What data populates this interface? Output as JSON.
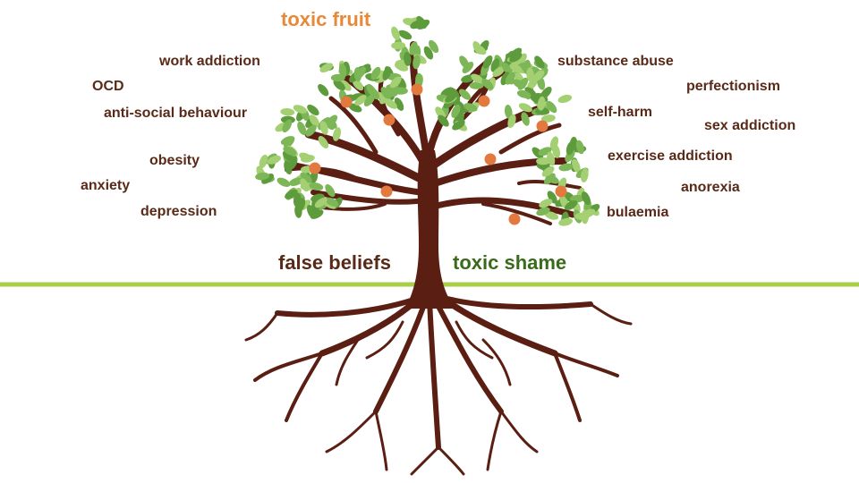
{
  "title": "toxic fruit",
  "roots": {
    "left": "false beliefs",
    "right": "toxic shame"
  },
  "symptoms_left": [
    "work addiction",
    "OCD",
    "anti-social behaviour",
    "obesity",
    "anxiety",
    "depression"
  ],
  "symptoms_right": [
    "substance abuse",
    "perfectionism",
    "self-harm",
    "sex addiction",
    "exercise addiction",
    "anorexia",
    "bulaemia"
  ],
  "colors": {
    "title": "#e8893a",
    "symptom_text": "#5a2a18",
    "false_beliefs": "#5a2a18",
    "toxic_shame": "#3a6b1a",
    "ground_line": "#a8cf45",
    "trunk": "#5b1e13",
    "leaf_light": "#a4cf72",
    "leaf_mid": "#7cb657",
    "leaf_dark": "#5d9b3c",
    "fruit": "#e27a3f"
  }
}
